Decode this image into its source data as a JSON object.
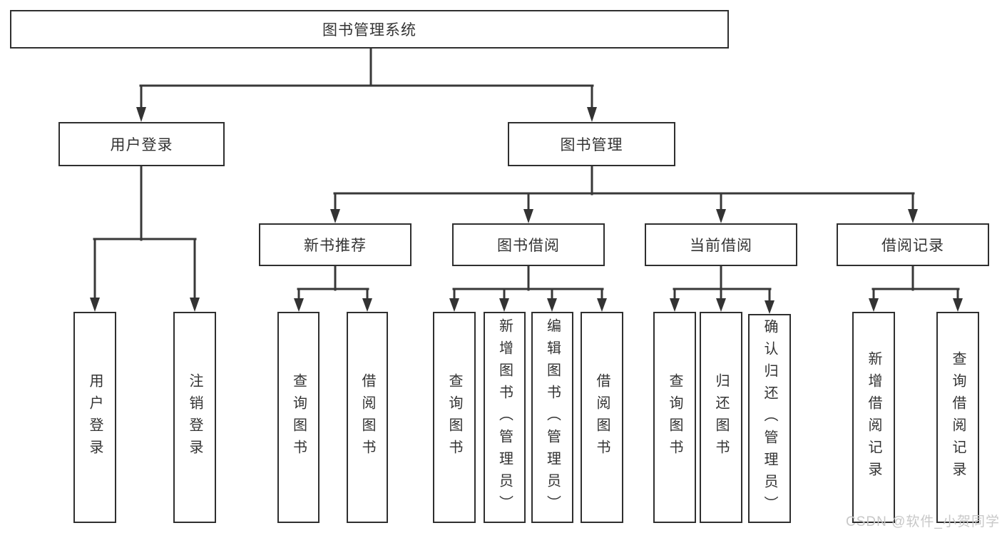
{
  "diagram_title": "图书管理系统",
  "tree": {
    "root": {
      "label": "图书管理系统"
    },
    "branches": [
      {
        "label": "用户登录",
        "leaves": [
          {
            "label": "用户登录"
          },
          {
            "label": "注销登录"
          }
        ]
      },
      {
        "label": "图书管理",
        "groups": [
          {
            "label": "新书推荐",
            "leaves": [
              {
                "label": "查询图书"
              },
              {
                "label": "借阅图书"
              }
            ]
          },
          {
            "label": "图书借阅",
            "leaves": [
              {
                "label": "查询图书"
              },
              {
                "label": "新增图书（管理员）"
              },
              {
                "label": "编辑图书（管理员）"
              },
              {
                "label": "借阅图书"
              }
            ]
          },
          {
            "label": "当前借阅",
            "leaves": [
              {
                "label": "查询图书"
              },
              {
                "label": "归还图书"
              },
              {
                "label": "确认归还（管理员）"
              }
            ]
          },
          {
            "label": "借阅记录",
            "leaves": [
              {
                "label": "新增借阅记录"
              },
              {
                "label": "查询借阅记录"
              }
            ]
          }
        ]
      }
    ]
  },
  "watermark": {
    "text": "CSDN @软件_小贺同学",
    "color": "#c8c8c8"
  },
  "colors": {
    "background": "#ffffff",
    "line": "#383838",
    "box_border": "#2f2f2f",
    "text": "#333333",
    "watermark": "#c8c8c8"
  }
}
